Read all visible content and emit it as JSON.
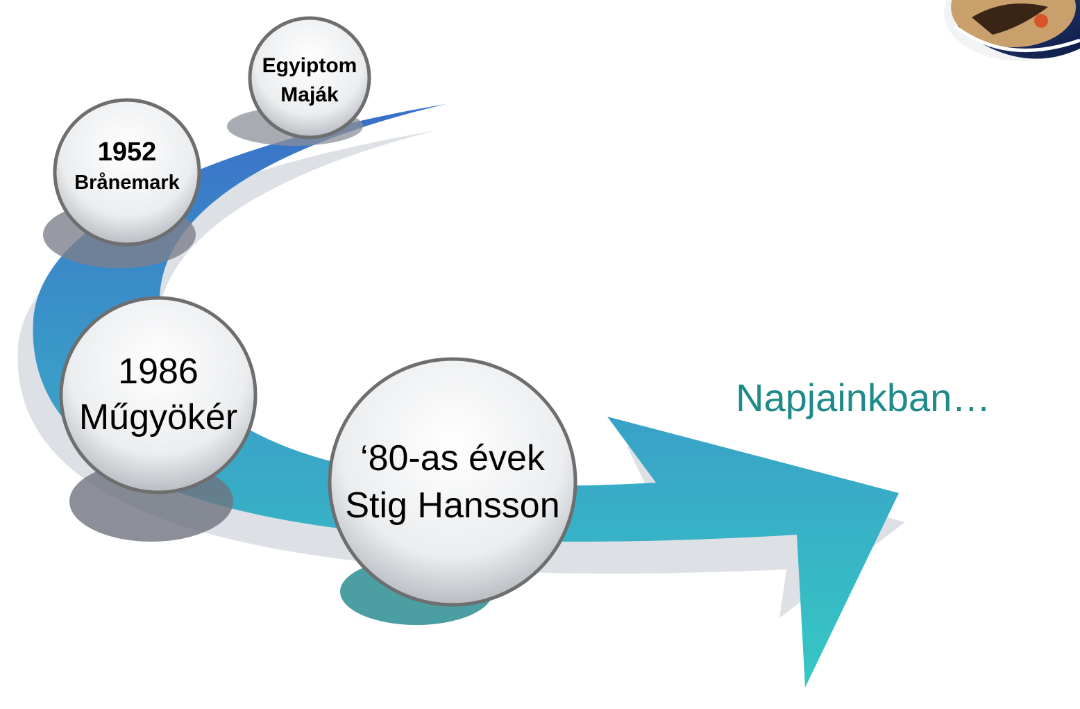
{
  "timeline": [
    {
      "line1": "Egyiptom",
      "line2": "Maják"
    },
    {
      "line1": "1952",
      "line2": "Brånemark"
    },
    {
      "line1": "1986",
      "line2": "Műgyökér"
    },
    {
      "line1": "‘80-as évek",
      "line2": "Stig Hansson"
    }
  ],
  "caption": "Napjainkban…",
  "colors": {
    "arrow_top": "#3a87c8",
    "arrow_bottom": "#36c4c4",
    "caption": "#1f8a8a",
    "node_fill": "#e8eaec",
    "node_border": "#6e6e6e",
    "node_shadow": "#8c8f9a"
  }
}
